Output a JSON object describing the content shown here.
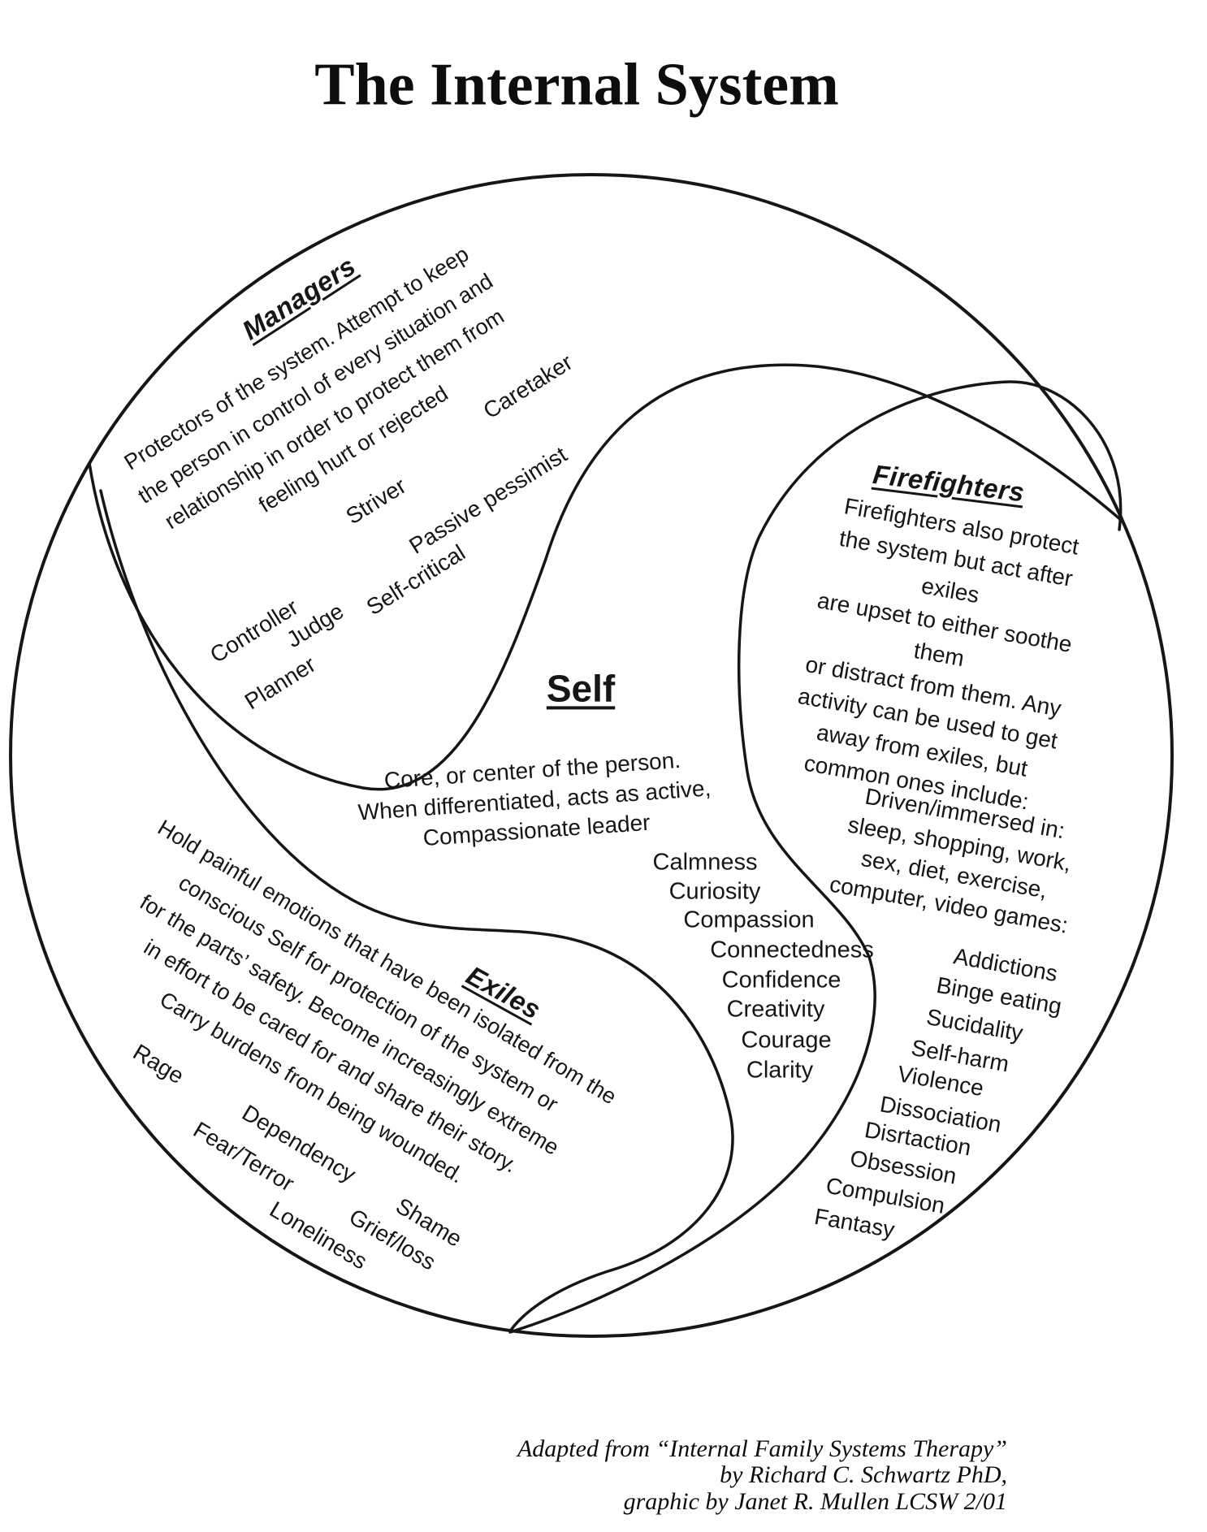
{
  "title": "The Internal System",
  "colors": {
    "ink": "#161616",
    "background": "#ffffff"
  },
  "managers": {
    "label": "Managers",
    "description_lines": [
      "Protectors of the system.  Attempt to keep",
      "the person in control of every situation and",
      "relationship in order to protect them from",
      "feeling hurt or rejected"
    ],
    "roles": [
      "Controller",
      "Judge",
      "Planner",
      "Self-critical",
      "Striver",
      "Passive pessimist",
      "Caretaker"
    ]
  },
  "firefighters": {
    "label": "Firefighters",
    "description_lines": [
      "Firefighters also protect",
      "the system but act after exiles",
      "are upset to either soothe them",
      "or distract from them.  Any",
      "activity can be used to get",
      "away from exiles, but",
      "common ones include:"
    ],
    "driven_lines": [
      "Driven/immersed in:",
      "sleep, shopping, work,",
      "sex, diet, exercise,",
      "computer, video games:"
    ],
    "behaviors": [
      "Addictions",
      "Binge eating",
      "Sucidality",
      "Self-harm",
      "Violence",
      "Dissociation",
      "Disrtaction",
      "Obsession",
      "Compulsion",
      "Fantasy"
    ]
  },
  "self": {
    "label": "Self",
    "description_lines": [
      "Core, or center of the person.",
      "When differentiated, acts as active,",
      "Compassionate leader"
    ],
    "qualities": [
      "Calmness",
      "Curiosity",
      "Compassion",
      "Connectedness",
      "Confidence",
      "Creativity",
      "Courage",
      "Clarity"
    ]
  },
  "exiles": {
    "label": "Exiles",
    "description_lines": [
      "Hold painful emotions that have been isolated from the",
      "conscious Self for protection of the system or",
      "for the parts’ safety.  Become increasingly extreme",
      "in effort to be cared for and share their story.",
      "Carry burdens from being wounded."
    ],
    "emotions": [
      "Rage",
      "Dependency",
      "Fear/Terror",
      "Shame",
      "Grief/loss",
      "Loneliness"
    ]
  },
  "attribution_lines": [
    "Adapted from “Internal Family Systems Therapy”",
    "by Richard C. Schwartz PhD,",
    "graphic by Janet R. Mullen LCSW  2/01"
  ]
}
